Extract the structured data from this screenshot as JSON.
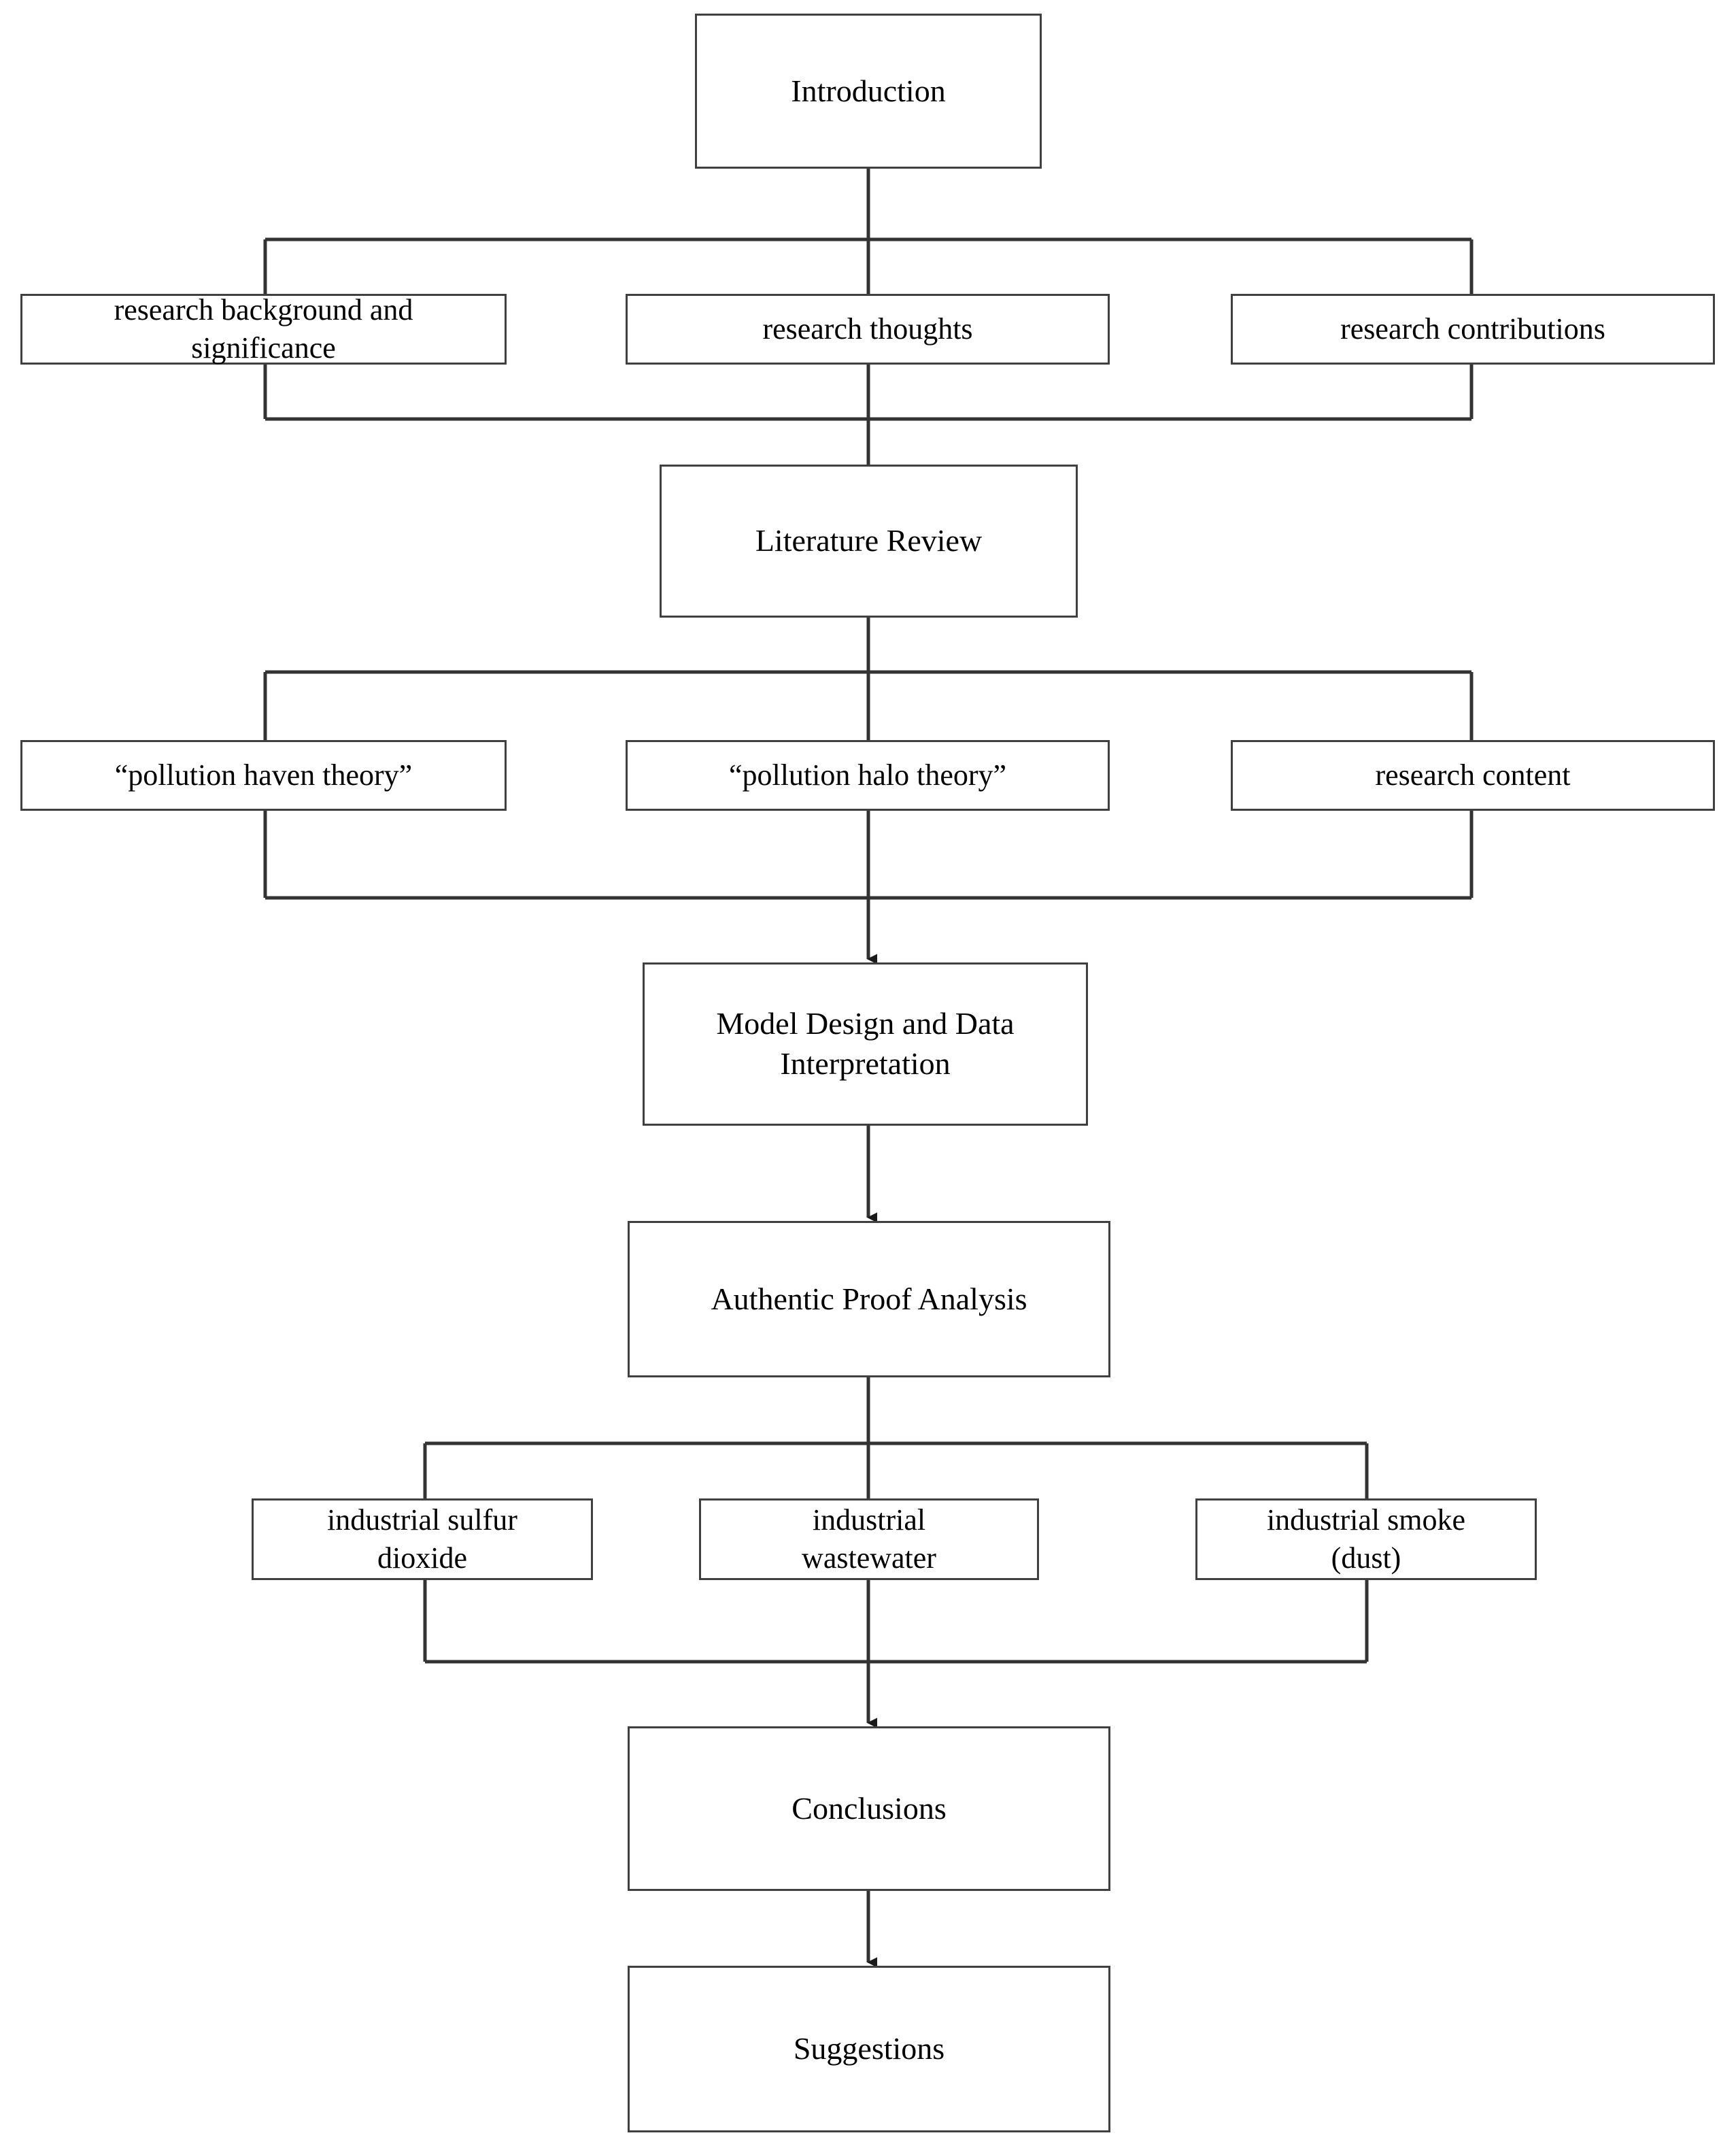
{
  "diagram": {
    "type": "flowchart",
    "orientation": "top-to-bottom",
    "theme": {
      "background": "#ffffff",
      "box_border": "#404040",
      "box_fill": "#ffffff",
      "text": "#000000",
      "connector": "#333333"
    },
    "nodes": [
      {
        "id": "introduction",
        "label": "Introduction",
        "row": 1,
        "column": "center"
      },
      {
        "id": "research-background",
        "label": "research background and\nsignificance",
        "row": 2,
        "column": "left"
      },
      {
        "id": "research-thoughts",
        "label": "research thoughts",
        "row": 2,
        "column": "center"
      },
      {
        "id": "research-contributions",
        "label": "research contributions",
        "row": 2,
        "column": "right"
      },
      {
        "id": "literature-review",
        "label": "Literature Review",
        "row": 3,
        "column": "center"
      },
      {
        "id": "pollution-haven",
        "label": "“pollution haven theory”",
        "row": 4,
        "column": "left"
      },
      {
        "id": "pollution-halo",
        "label": "“pollution halo theory”",
        "row": 4,
        "column": "center"
      },
      {
        "id": "research-content",
        "label": "research content",
        "row": 4,
        "column": "right"
      },
      {
        "id": "model-design",
        "label": "Model Design and Data\nInterpretation",
        "row": 5,
        "column": "center"
      },
      {
        "id": "authentic-proof",
        "label": "Authentic Proof Analysis",
        "row": 6,
        "column": "center"
      },
      {
        "id": "industrial-sulfur-dioxide",
        "label": "industrial sulfur\ndioxide",
        "row": 7,
        "column": "left"
      },
      {
        "id": "industrial-wastewater",
        "label": "industrial\nwastewater",
        "row": 7,
        "column": "center"
      },
      {
        "id": "industrial-smoke",
        "label": "industrial smoke\n(dust)",
        "row": 7,
        "column": "right"
      },
      {
        "id": "conclusions",
        "label": "Conclusions",
        "row": 8,
        "column": "center"
      },
      {
        "id": "suggestions",
        "label": "Suggestions",
        "row": 9,
        "column": "center"
      }
    ],
    "edges": [
      {
        "from": "introduction",
        "to": "research-background",
        "arrow": false
      },
      {
        "from": "introduction",
        "to": "research-thoughts",
        "arrow": false
      },
      {
        "from": "introduction",
        "to": "research-contributions",
        "arrow": false
      },
      {
        "from": "research-thoughts",
        "to": "literature-review",
        "arrow": false
      },
      {
        "from": "literature-review",
        "to": "pollution-haven",
        "arrow": false
      },
      {
        "from": "literature-review",
        "to": "pollution-halo",
        "arrow": false
      },
      {
        "from": "literature-review",
        "to": "research-content",
        "arrow": false
      },
      {
        "from": "pollution-halo",
        "to": "model-design",
        "arrow": true
      },
      {
        "from": "model-design",
        "to": "authentic-proof",
        "arrow": true
      },
      {
        "from": "authentic-proof",
        "to": "industrial-sulfur-dioxide",
        "arrow": false
      },
      {
        "from": "authentic-proof",
        "to": "industrial-wastewater",
        "arrow": false
      },
      {
        "from": "authentic-proof",
        "to": "industrial-smoke",
        "arrow": false
      },
      {
        "from": "industrial-wastewater",
        "to": "conclusions",
        "arrow": true
      },
      {
        "from": "conclusions",
        "to": "suggestions",
        "arrow": true
      }
    ]
  }
}
